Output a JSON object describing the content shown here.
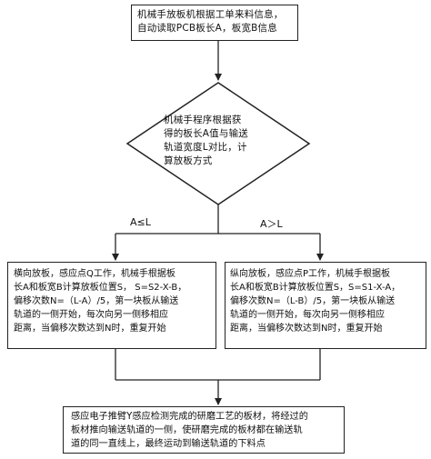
{
  "step1": {
    "lines": [
      "机械手放板机根据工单来料信息，",
      "自动读取PCB板长A，板宽B信息"
    ]
  },
  "decision": {
    "lines": [
      "机械手程序根据获",
      "得的板长A值与输送",
      "轨道宽度L对比，计",
      "算放板方式"
    ]
  },
  "branch_left": {
    "condition": "A≤L",
    "lines": [
      "横向放板，感应点Q工作，机械手根据板",
      "长A和板宽B计算放板位置S， S=S2-X-B，",
      "偏移次数N=（L-A）/5，第一块板从输送",
      "轨道的一侧开始，每次向另一侧移相应",
      "距离，当偏移次数达到N时，重复开始"
    ]
  },
  "branch_right": {
    "condition": "A＞L",
    "lines": [
      "纵向放板，感应点P工作，机械手根据板",
      "长A和板宽B计算放板位置S，S=S1-X-A，",
      "偏移次数N=（L-B）/5，第一块板从输送",
      "轨道的一侧开始，每次向另一侧移相应",
      "距离，当偏移次数达到N时，重复开始"
    ]
  },
  "final": {
    "lines": [
      "感应电子推臂Y感应检测完成的研磨工艺的板材，将经过的",
      "板材推向输送轨道的一侧，使研磨完成的板材都在输送轨",
      "道的同一直线上，最终运动到输送轨道的下料点"
    ]
  }
}
